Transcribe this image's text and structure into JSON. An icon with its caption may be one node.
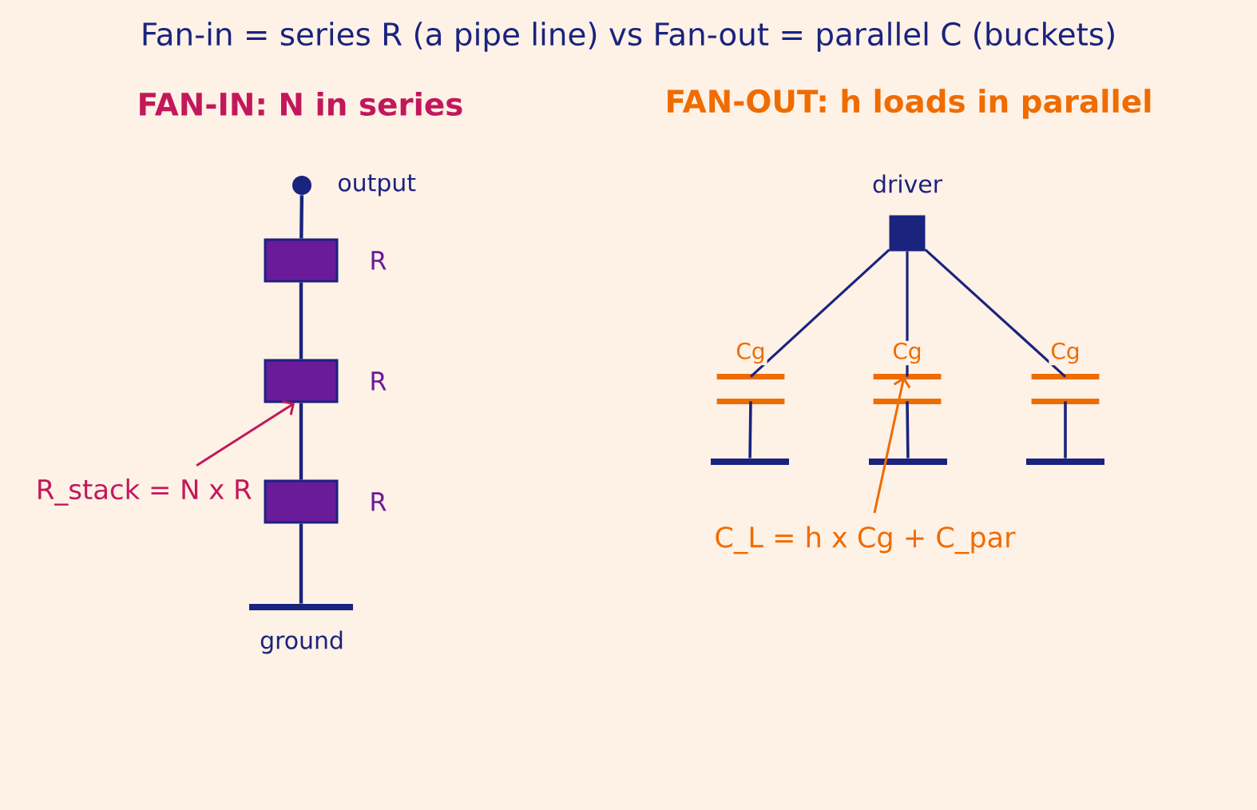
{
  "diagram": {
    "title": "Fan-in = series R (a pipe line) vs Fan-out = parallel C (buckets)",
    "nodes": [
      {
        "text": [],
        "shape": "circle",
        "beside": [
          "output"
        ]
      },
      {
        "text": [],
        "shape": "box",
        "beside": [
          "R"
        ]
      },
      {
        "text": [],
        "shape": "box",
        "beside": [
          "R"
        ]
      },
      {
        "text": [],
        "shape": "box",
        "beside": [
          "R"
        ]
      },
      {
        "text": [],
        "shape": "bar",
        "beside": [
          "ground"
        ]
      },
      {
        "text": [
          "R_stack = N x R"
        ]
      },
      {
        "text": [],
        "shape": "box",
        "beside": [
          "driver"
        ]
      },
      {
        "text": [],
        "shape": "capacitor",
        "beside": [
          "Cg"
        ]
      },
      {
        "text": [],
        "shape": "capacitor",
        "beside": [
          "Cg"
        ]
      },
      {
        "text": [],
        "shape": "capacitor",
        "beside": [
          "Cg"
        ]
      },
      {
        "text": [],
        "shape": "bar"
      },
      {
        "text": [],
        "shape": "bar"
      },
      {
        "text": [],
        "shape": "bar"
      },
      {
        "text": [
          "C_L = h x Cg + C_par"
        ]
      }
    ],
    "edges": [
      {
        "from": 0,
        "to": 1,
        "arrow": "none"
      },
      {
        "from": 1,
        "to": 2,
        "arrow": "none"
      },
      {
        "from": 2,
        "to": 3,
        "arrow": "none"
      },
      {
        "from": 3,
        "to": 4,
        "arrow": "none"
      },
      {
        "from": 5,
        "to": 2,
        "arrow": "to",
        "color": "#c2185b"
      },
      {
        "from": 6,
        "to": 7,
        "arrow": "none"
      },
      {
        "from": 6,
        "to": 8,
        "arrow": "none"
      },
      {
        "from": 6,
        "to": 9,
        "arrow": "none"
      },
      {
        "from": 7,
        "to": 10,
        "arrow": "none"
      },
      {
        "from": 8,
        "to": 11,
        "arrow": "none"
      },
      {
        "from": 9,
        "to": 12,
        "arrow": "none"
      },
      {
        "from": 13,
        "to": 8,
        "arrow": "to",
        "color": "#ef6c00"
      }
    ],
    "labels": [
      "FAN-IN: N in series",
      "FAN-OUT: h loads in parallel"
    ]
  }
}
